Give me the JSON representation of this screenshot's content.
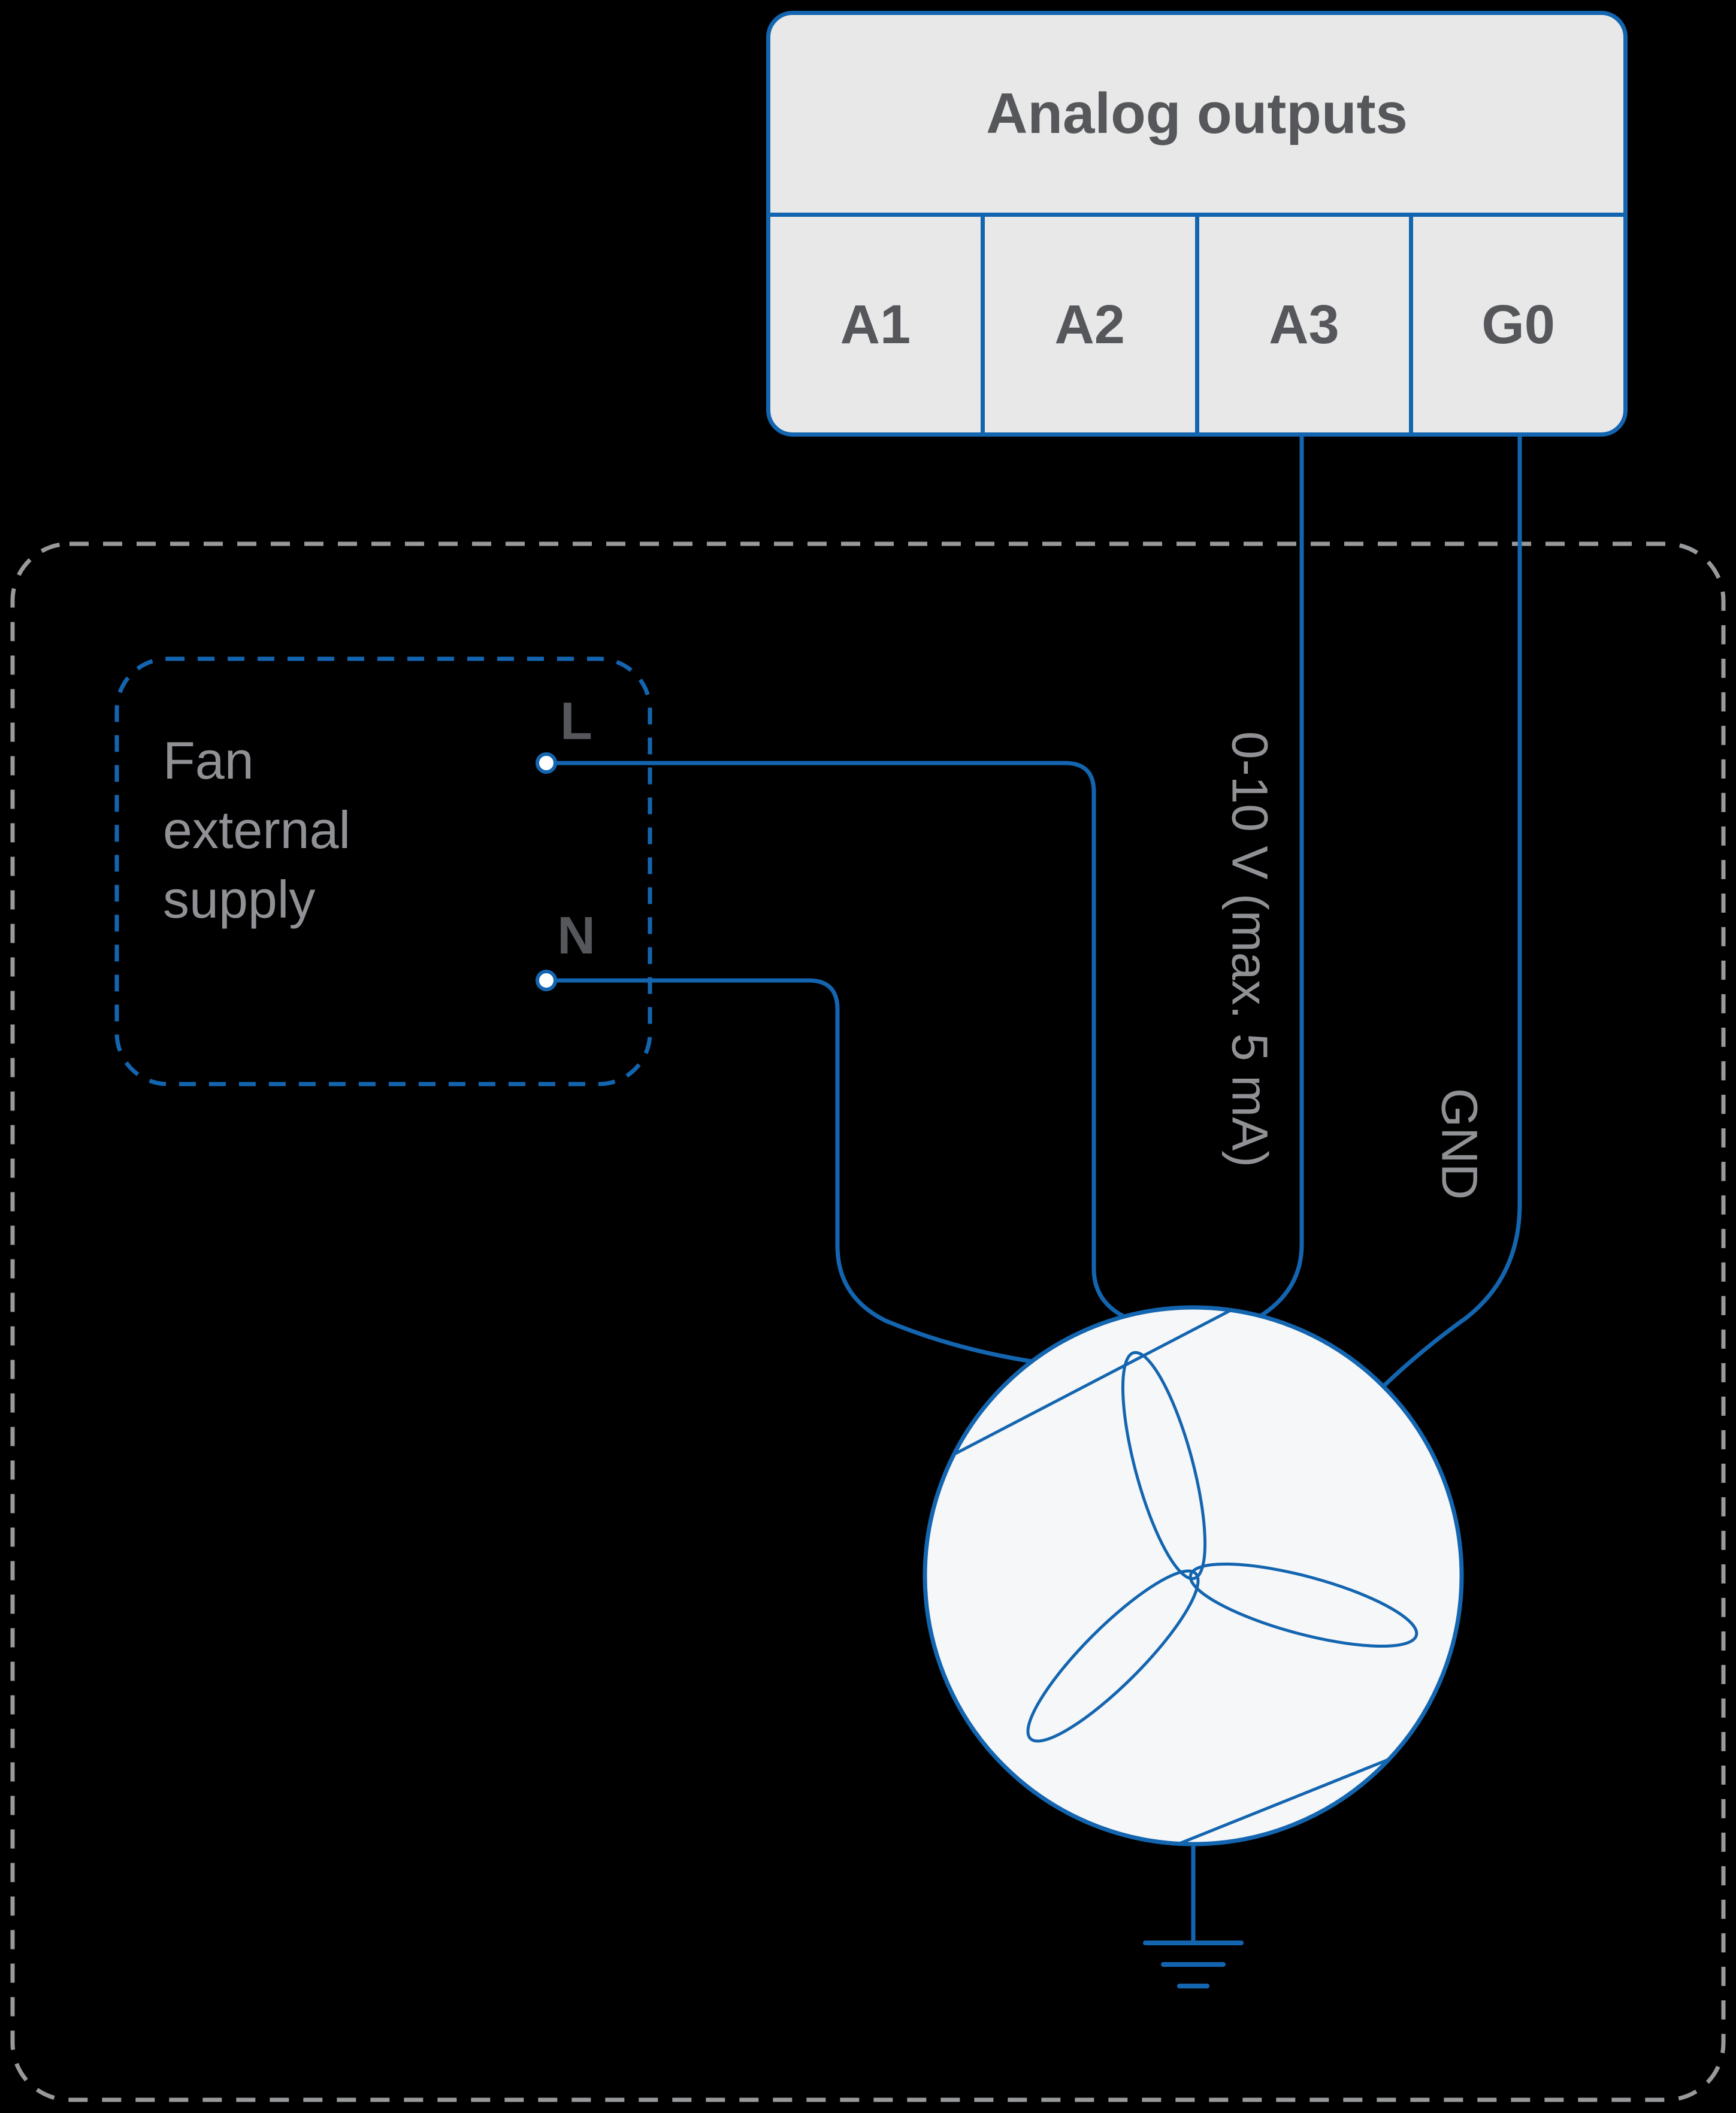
{
  "colors": {
    "blue": "#1365b0",
    "gray_text": "#8f9194",
    "dark_text": "#55575b",
    "block_fill": "#e8e8e8",
    "dashed_gray": "#97999b",
    "fan_fill": "#f6f7f8",
    "background": "#000000",
    "white": "#ffffff"
  },
  "terminal_block": {
    "title": "Analog outputs",
    "terminals": [
      {
        "label": "A1"
      },
      {
        "label": "A2"
      },
      {
        "label": "A3"
      },
      {
        "label": "G0"
      }
    ]
  },
  "supply_box": {
    "label": "Fan\nexternal\nsupply",
    "terminals": [
      {
        "label": "L"
      },
      {
        "label": "N"
      }
    ]
  },
  "wire_labels": {
    "a3_wire": "0-10 V (max. 5 mA)",
    "g0_wire": "GND"
  },
  "icons": {
    "fan": "fan-symbol",
    "ground": "earth-ground-symbol"
  }
}
